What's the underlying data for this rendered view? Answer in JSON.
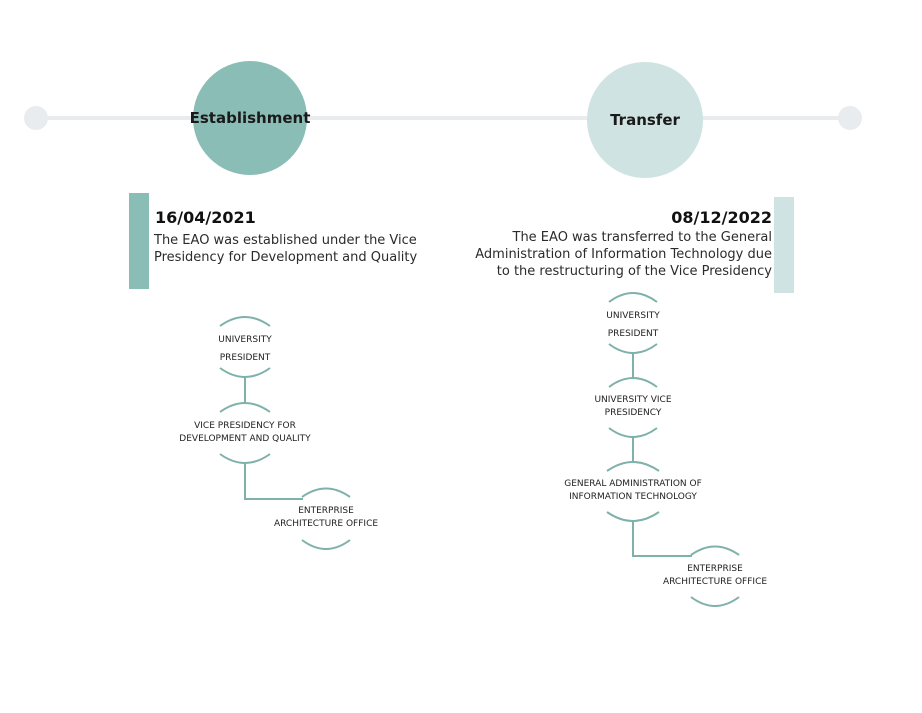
{
  "timeline": {
    "stages": [
      {
        "label": "Establishment",
        "color": "#8bbdb7"
      },
      {
        "label": "Transfer",
        "color": "#cfe4e2"
      }
    ],
    "line_color": "#e9ecef"
  },
  "events": [
    {
      "date": "16/04/2021",
      "description_lines": [
        "The EAO was established under the Vice",
        "Presidency for Development and Quality"
      ],
      "bar_color": "#8bbdb7"
    },
    {
      "date": "08/12/2022",
      "description_lines": [
        "The EAO was transferred to the General",
        "Administration of Information Technology due",
        "to the restructuring of the Vice Presidency"
      ],
      "bar_color": "#cfe4e2"
    }
  ],
  "org_before": {
    "nodes": [
      {
        "lines": [
          "UNIVERSITY",
          "PRESIDENT"
        ]
      },
      {
        "lines": [
          "VICE PRESIDENCY FOR",
          "DEVELOPMENT AND QUALITY"
        ]
      },
      {
        "lines": [
          "ENTERPRISE",
          "ARCHITECTURE OFFICE"
        ]
      }
    ]
  },
  "org_after": {
    "nodes": [
      {
        "lines": [
          "UNIVERSITY",
          "PRESIDENT"
        ]
      },
      {
        "lines": [
          "UNIVERSITY VICE",
          "PRESIDENCY"
        ]
      },
      {
        "lines": [
          "GENERAL ADMINISTRATION OF",
          "INFORMATION TECHNOLOGY"
        ]
      },
      {
        "lines": [
          "ENTERPRISE",
          "ARCHITECTURE OFFICE"
        ]
      }
    ]
  },
  "connector_color": "#7fb1ab"
}
